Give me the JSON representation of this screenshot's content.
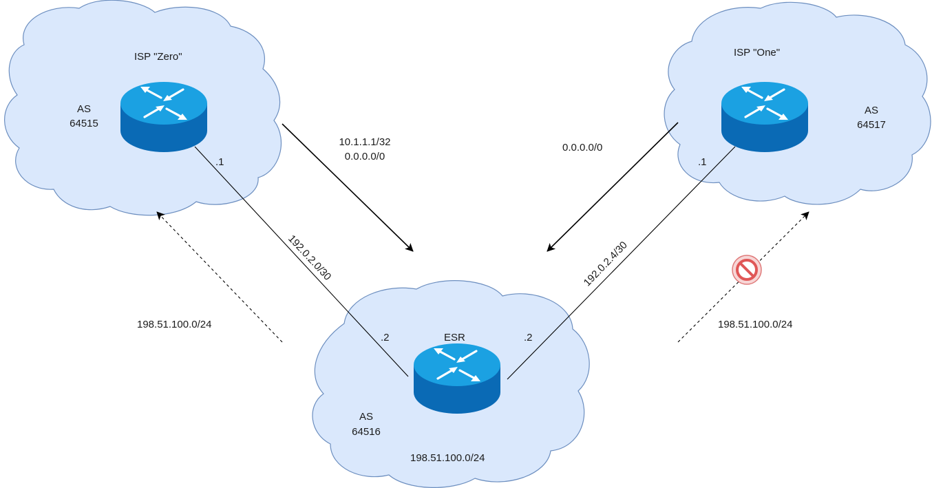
{
  "clouds": {
    "isp_zero": {
      "title": "ISP  \"Zero\"",
      "as_label": "AS",
      "as_number": "64515"
    },
    "isp_one": {
      "title": "ISP  \"One\"",
      "as_label": "AS",
      "as_number": "64517"
    },
    "esr": {
      "title": "ESR",
      "as_label": "AS",
      "as_number": "64516",
      "network": "198.51.100.0/24"
    }
  },
  "links": {
    "zero_esr": {
      "subnet": "192.0.2.0/30",
      "zero_end": ".1",
      "esr_end": ".2"
    },
    "one_esr": {
      "subnet": "192.0.2.4/30",
      "one_end": ".1",
      "esr_end": ".2"
    }
  },
  "announcements": {
    "from_zero": [
      "10.1.1.1/32",
      "0.0.0.0/0"
    ],
    "from_one": [
      "0.0.0.0/0"
    ],
    "to_zero": "198.51.100.0/24",
    "to_one": "198.51.100.0/24"
  },
  "colors": {
    "cloud_fill": "#dae8fc",
    "cloud_stroke": "#6c8ebf",
    "router_top": "#1ba1e2",
    "router_side": "#0a6ab5",
    "blocked": "#e05757"
  },
  "icons": [
    "cloud-shape",
    "router-icon",
    "prohibited-icon"
  ]
}
